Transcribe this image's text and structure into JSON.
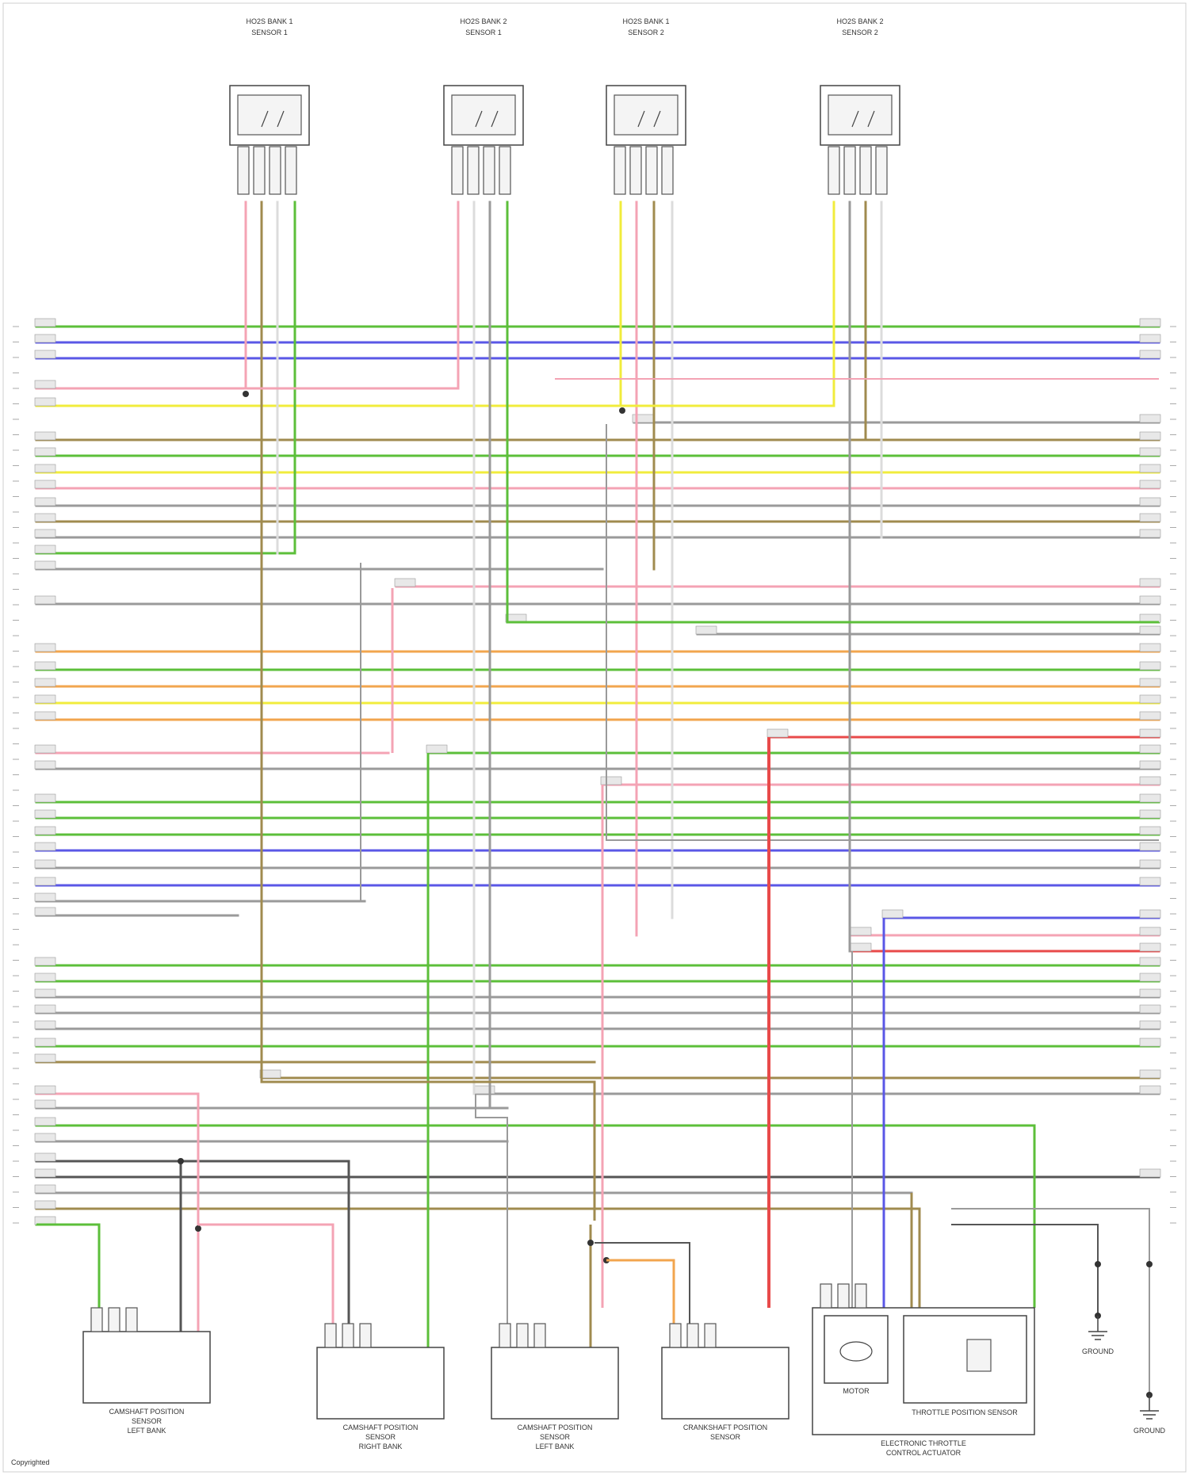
{
  "diagram": {
    "watermark": "Copyrighted",
    "sensors_top": [
      {
        "id": "o2-bank1-upstream",
        "label": [
          "HO2S BANK 1",
          "SENSOR 1"
        ]
      },
      {
        "id": "o2-bank2-upstream",
        "label": [
          "HO2S BANK 2",
          "SENSOR 1"
        ]
      },
      {
        "id": "o2-bank1-downstream",
        "label": [
          "HO2S BANK 1",
          "SENSOR 2"
        ]
      },
      {
        "id": "o2-bank2-downstream",
        "label": [
          "HO2S BANK 2",
          "SENSOR 2"
        ]
      }
    ],
    "bottom_components": [
      {
        "id": "camshaft-sensor-left",
        "label": [
          "CAMSHAFT POSITION",
          "SENSOR",
          "LEFT BANK"
        ]
      },
      {
        "id": "camshaft-sensor-right-intake",
        "label": [
          "CAMSHAFT POSITION",
          "SENSOR",
          "RIGHT BANK"
        ]
      },
      {
        "id": "camshaft-sensor-left-intake",
        "label": [
          "CAMSHAFT POSITION",
          "SENSOR",
          "LEFT BANK"
        ]
      },
      {
        "id": "crankshaft-sensor",
        "label": [
          "CRANKSHAFT POSITION",
          "SENSOR"
        ]
      },
      {
        "id": "throttle-actuator",
        "label": [
          "ELECTRONIC THROTTLE",
          "CONTROL ACTUATOR"
        ]
      },
      {
        "id": "ground-1",
        "label": [
          "GROUND"
        ]
      },
      {
        "id": "ground-2",
        "label": [
          "GROUND"
        ]
      }
    ],
    "motor_label": "MOTOR",
    "tps_label": "THROTTLE POSITION SENSOR",
    "wire_colors": {
      "grn": "#5cbf3a",
      "blu": "#5a57e6",
      "pnk": "#f4a3b4",
      "yel": "#f1ec3c",
      "brn": "#a08b4f",
      "gry": "#9a9a9a",
      "wht": "#dcdcdc",
      "org": "#f2a54e",
      "red": "#e84a4a",
      "blk": "#555555"
    }
  }
}
